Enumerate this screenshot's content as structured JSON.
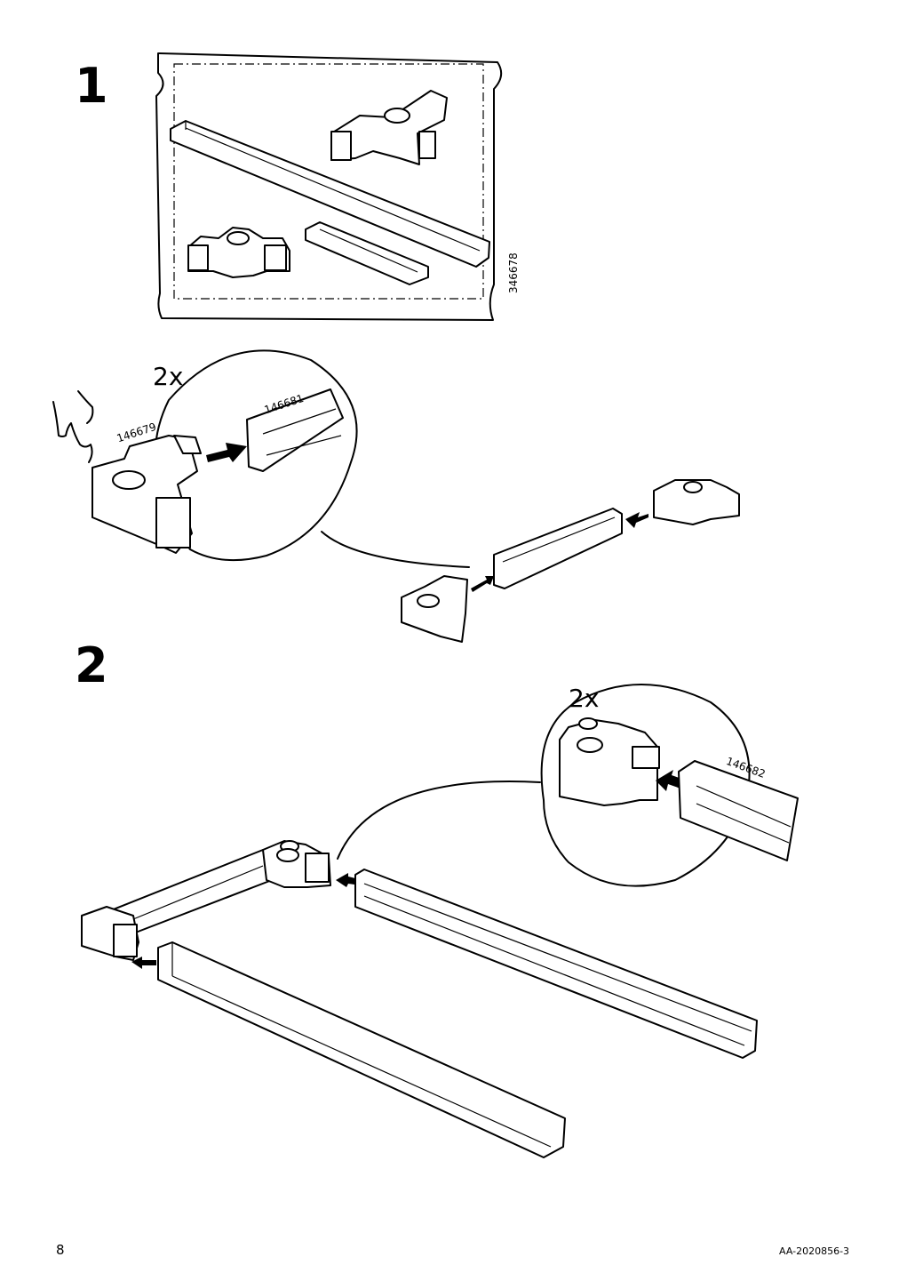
{
  "steps": [
    {
      "number": "1"
    },
    {
      "number": "2"
    }
  ],
  "labels": {
    "bag_code": "346678",
    "qty_step1": "2x",
    "part_corner_1": "146679",
    "part_rail_1": "146681",
    "qty_step2": "2x",
    "part_rail_2": "146682"
  },
  "footer": {
    "page_number": "8",
    "document_code": "AA-2020856-3"
  },
  "icons": [
    "pointing-hand-icon",
    "arrow-icon",
    "magnify-callout-icon"
  ]
}
